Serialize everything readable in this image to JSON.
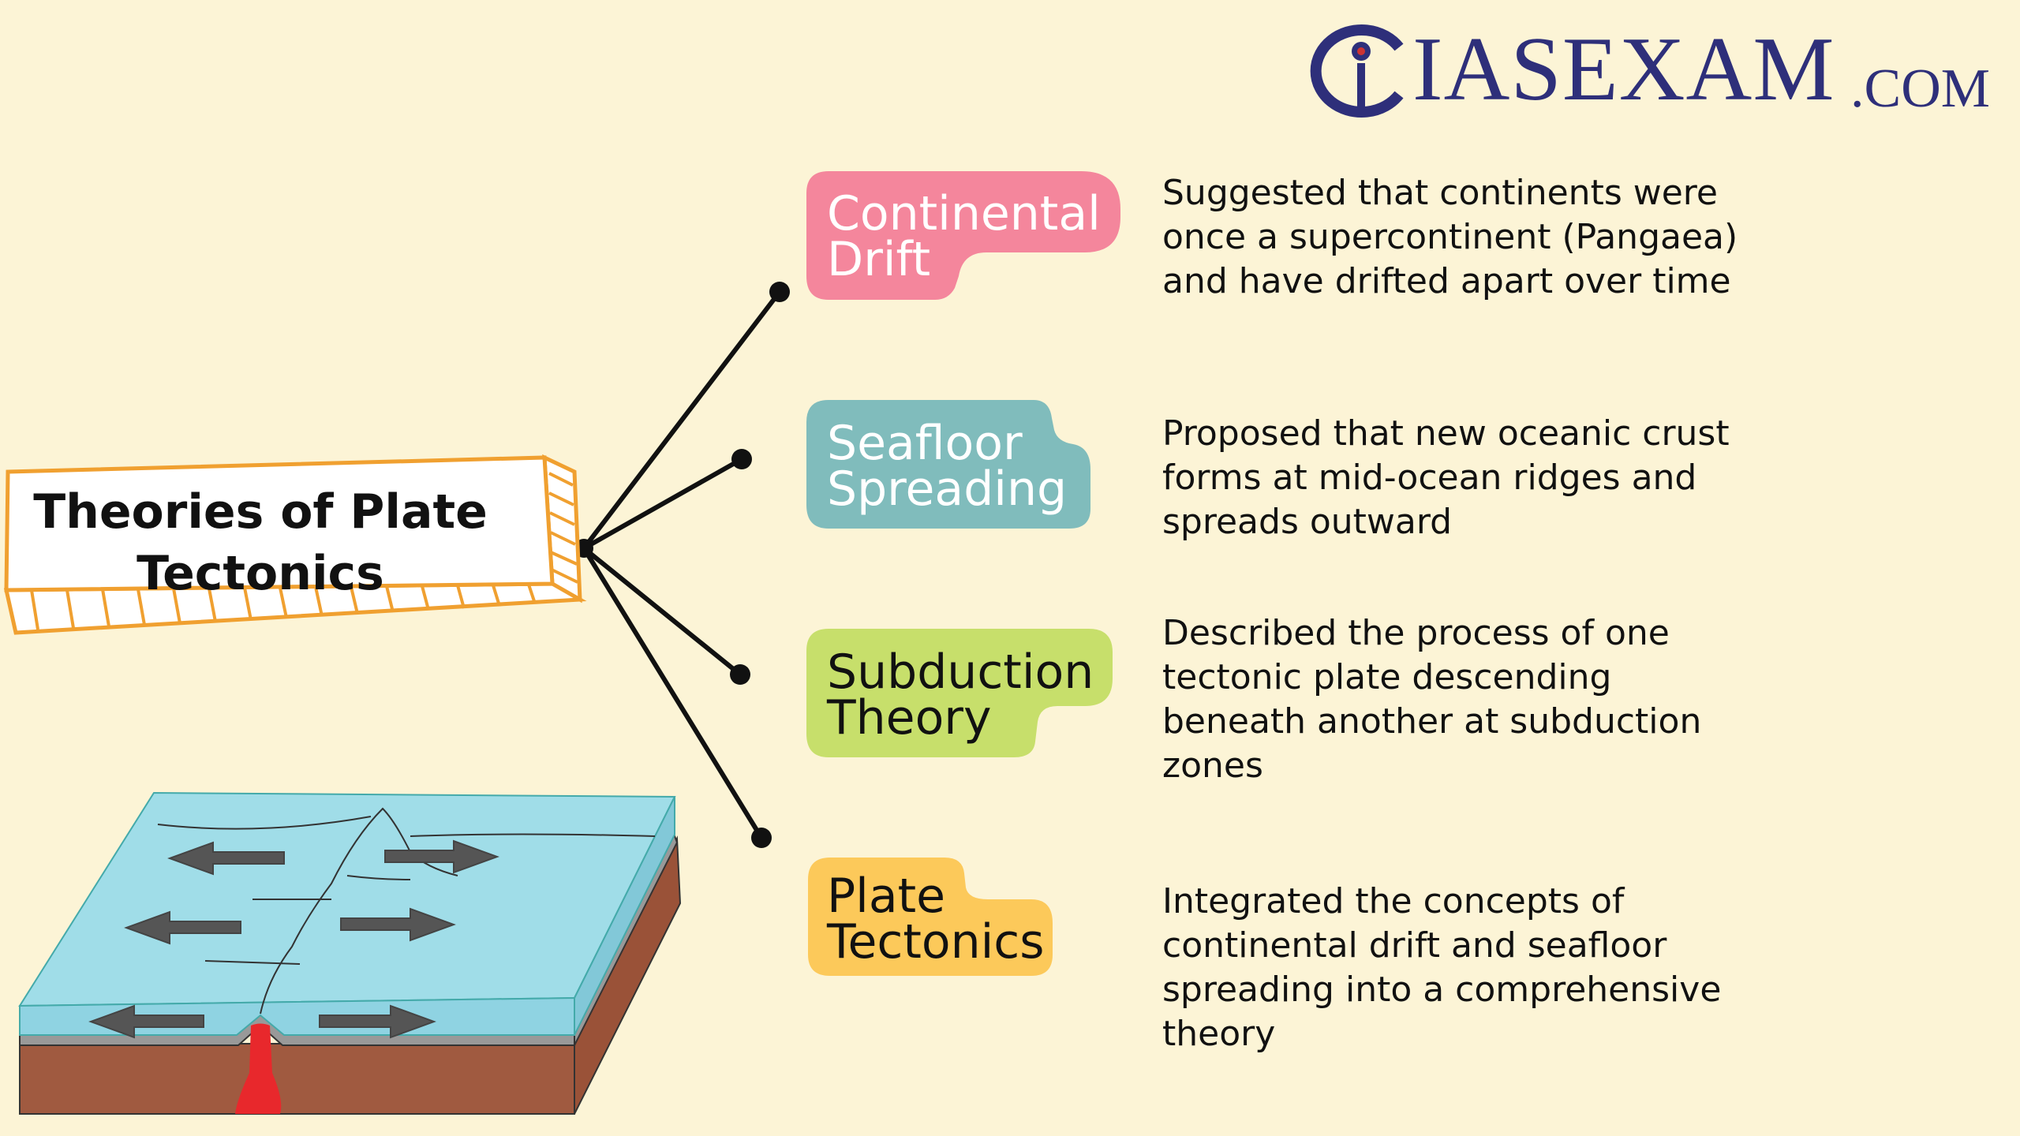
{
  "logo": {
    "brand": "IASEXAM",
    "domain": ".COM"
  },
  "title": {
    "line1": "Theories of  Plate",
    "line2": "Tectonics"
  },
  "theories": [
    {
      "name": "Continental Drift",
      "label": "Continental\nDrift",
      "color": "#f4869c",
      "text_color": "#ffffff",
      "description": "Suggested that continents were once a supercontinent (Pangaea) and have drifted apart over time"
    },
    {
      "name": "Seafloor Spreading",
      "label": "Seafloor\nSpreading",
      "color": "#80bcbc",
      "text_color": "#ffffff",
      "description": "Proposed that new oceanic crust forms at mid-ocean ridges and spreads outward"
    },
    {
      "name": "Subduction Theory",
      "label": "Subduction\nTheory",
      "color": "#c7df6b",
      "text_color": "#111111",
      "description": "Described the process of one tectonic plate descending beneath another at subduction zones"
    },
    {
      "name": "Plate Tectonics",
      "label": "Plate\nTectonics",
      "color": "#fcc95a",
      "text_color": "#111111",
      "description": "Integrated the concepts of continental drift and seafloor spreading into a comprehensive theory"
    }
  ],
  "colors": {
    "background": "#fcf4d6",
    "logo": "#2e2f7a",
    "title_border": "#f0a030",
    "ocean": "#a0dde8",
    "crust": "#a05a40",
    "magma": "#e8282c"
  }
}
